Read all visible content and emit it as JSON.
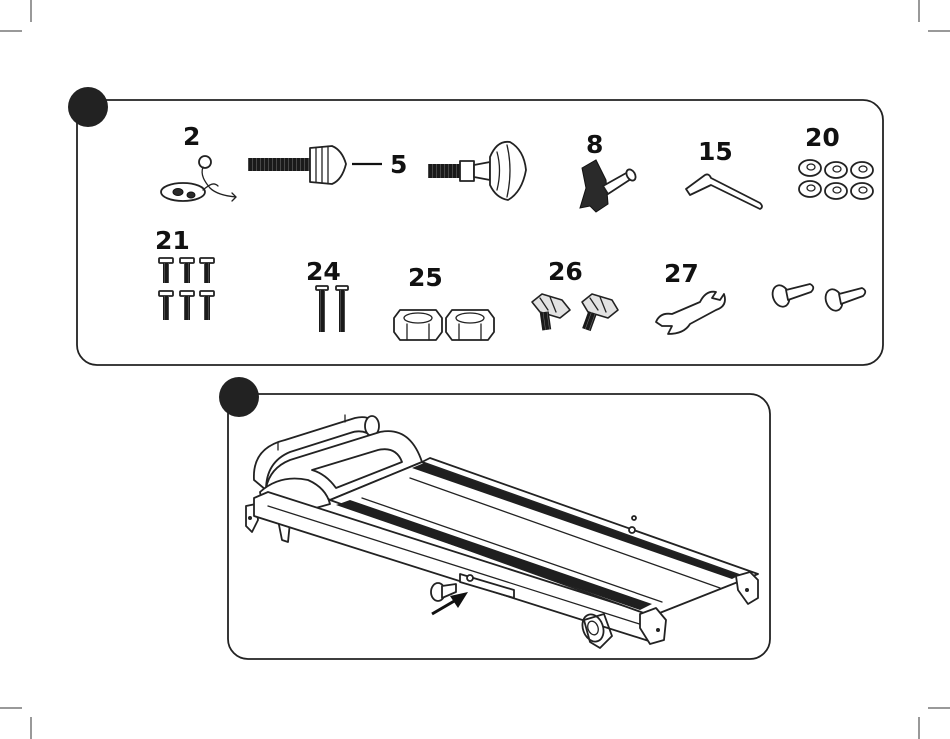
{
  "parts": [
    {
      "id": "part-2",
      "label": "2"
    },
    {
      "id": "part-5",
      "label": "5"
    },
    {
      "id": "part-8",
      "label": "8"
    },
    {
      "id": "part-15",
      "label": "15"
    },
    {
      "id": "part-20",
      "label": "20"
    },
    {
      "id": "part-21",
      "label": "21"
    },
    {
      "id": "part-24",
      "label": "24"
    },
    {
      "id": "part-25",
      "label": "25"
    },
    {
      "id": "part-26",
      "label": "26"
    },
    {
      "id": "part-27",
      "label": "27"
    }
  ]
}
